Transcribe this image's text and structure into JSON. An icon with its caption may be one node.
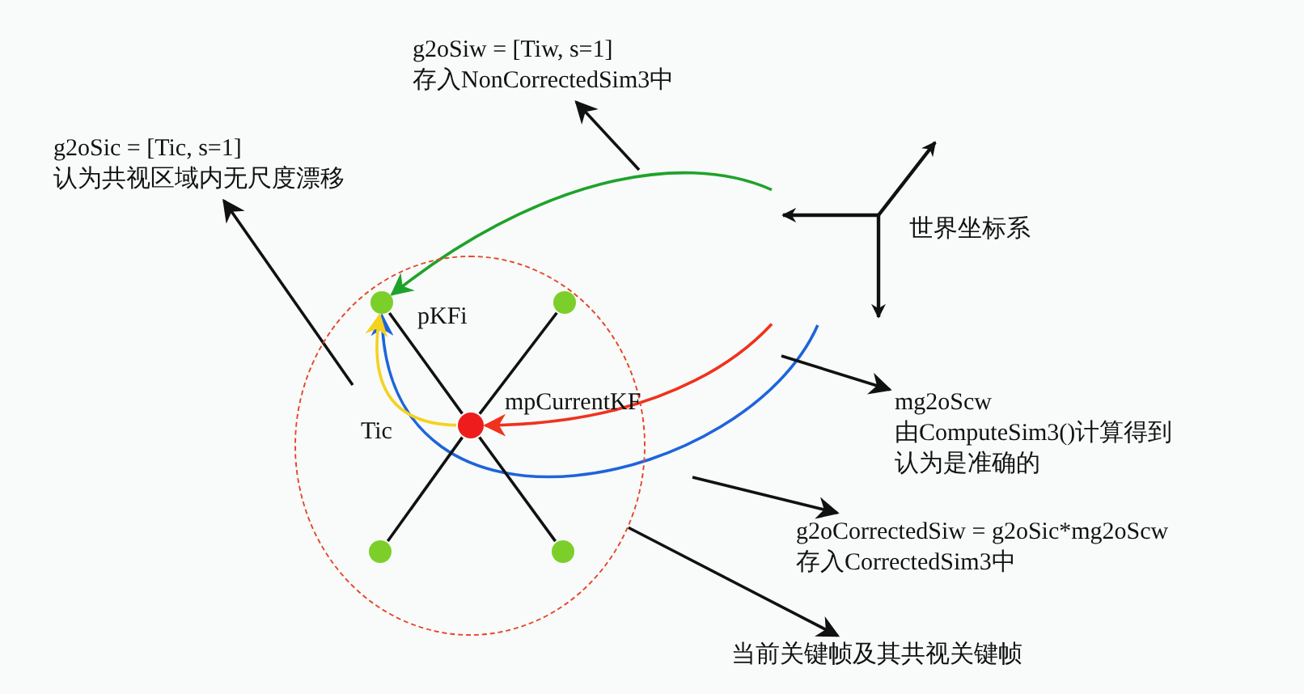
{
  "diagram": {
    "nodes": [
      {
        "text": [
          "g2oSiw = [Tiw, s=1]",
          "存入NonCorrectedSim3中"
        ]
      },
      {
        "text": [
          "g2oSic = [Tic, s=1]",
          "认为共视区域内无尺度漂移"
        ]
      },
      {
        "text": [],
        "shape": "axes",
        "beside": [
          "世界坐标系"
        ]
      },
      {
        "text": [],
        "shape": "ellipse"
      },
      {
        "text": [],
        "shape": "circle",
        "in": 3,
        "beside": [
          "pKFi"
        ]
      },
      {
        "text": [],
        "shape": "circle",
        "in": 3
      },
      {
        "text": [],
        "shape": "circle",
        "in": 3,
        "beside": [
          "mpCurrentKF"
        ]
      },
      {
        "text": [],
        "shape": "circle",
        "in": 3
      },
      {
        "text": [],
        "shape": "circle",
        "in": 3
      },
      {
        "text": [
          "mg2oScw",
          "由ComputeSim3()计算得到",
          "认为是准确的"
        ]
      },
      {
        "text": [
          "g2oCorrectedSiw = g2oSic*mg2oScw",
          "存入CorrectedSim3中"
        ]
      },
      {
        "text": [
          "当前关键帧及其共视关键帧"
        ]
      }
    ],
    "edges": [
      {
        "from": 2,
        "to": 4,
        "arrow": "to",
        "color": "#1fa22a"
      },
      {
        "from": 2,
        "to": 6,
        "arrow": "to",
        "color": "#f0321e"
      },
      {
        "from": 2,
        "to": 4,
        "arrow": "to",
        "color": "#1e64dc"
      },
      {
        "from": 6,
        "to": 4,
        "arrow": "to",
        "color": "#f5d21e",
        "label": "Tic"
      },
      {
        "from": 4,
        "to": 6,
        "arrow": "none"
      },
      {
        "from": 6,
        "to": 8,
        "arrow": "none"
      },
      {
        "from": 5,
        "to": 6,
        "arrow": "none"
      },
      {
        "from": 6,
        "to": 7,
        "arrow": "none"
      },
      {
        "from": null,
        "to": 0,
        "arrow": "to"
      },
      {
        "from": null,
        "to": 1,
        "arrow": "to"
      },
      {
        "from": null,
        "to": 9,
        "arrow": "to"
      },
      {
        "from": null,
        "to": 10,
        "arrow": "to"
      },
      {
        "from": 3,
        "to": 11,
        "arrow": "to"
      }
    ]
  }
}
